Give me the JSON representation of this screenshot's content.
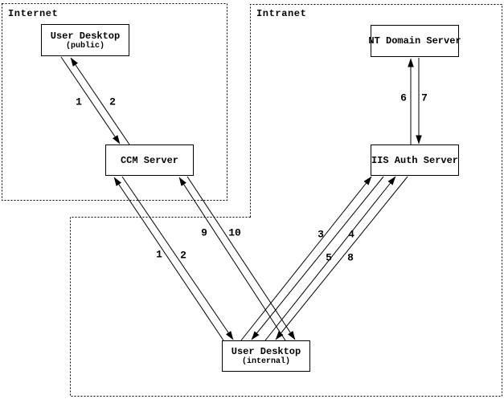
{
  "diagram": {
    "colors": {
      "line": "#000000",
      "background": "#ffffff",
      "box_fill": "#ffffff"
    },
    "regions": [
      {
        "label": "Internet"
      },
      {
        "label": "Intranet"
      }
    ],
    "nodes": [
      {
        "id": "user-desktop-public",
        "label": "User Desktop",
        "sublabel": "(public)",
        "zone": "Internet"
      },
      {
        "id": "ccm-server",
        "label": "CCM Server",
        "zone": "Internet"
      },
      {
        "id": "nt-domain-server",
        "label": "NT Domain Server",
        "zone": "Intranet"
      },
      {
        "id": "iis-auth-server",
        "label": "IIS Auth Server",
        "zone": "Intranet"
      },
      {
        "id": "user-desktop-internal",
        "label": "User Desktop",
        "sublabel": "(internal)",
        "zone": "Intranet"
      }
    ],
    "arrows": [
      {
        "label": "1",
        "from": "User Desktop (public)",
        "to": "CCM Server"
      },
      {
        "label": "2",
        "from": "CCM Server",
        "to": "User Desktop (public)"
      },
      {
        "label": "1",
        "from": "User Desktop (internal)",
        "to": "CCM Server"
      },
      {
        "label": "2",
        "from": "CCM Server",
        "to": "User Desktop (internal)"
      },
      {
        "label": "9",
        "from": "User Desktop (internal)",
        "to": "CCM Server"
      },
      {
        "label": "10",
        "from": "CCM Server",
        "to": "User Desktop (internal)"
      },
      {
        "label": "3",
        "from": "User Desktop (internal)",
        "to": "IIS Auth Server"
      },
      {
        "label": "4",
        "from": "IIS Auth Server",
        "to": "User Desktop (internal)"
      },
      {
        "label": "5",
        "from": "User Desktop (internal)",
        "to": "IIS Auth Server"
      },
      {
        "label": "8",
        "from": "IIS Auth Server",
        "to": "User Desktop (internal)"
      },
      {
        "label": "6",
        "from": "IIS Auth Server",
        "to": "NT Domain Server"
      },
      {
        "label": "7",
        "from": "NT Domain Server",
        "to": "IIS Auth Server"
      }
    ]
  }
}
